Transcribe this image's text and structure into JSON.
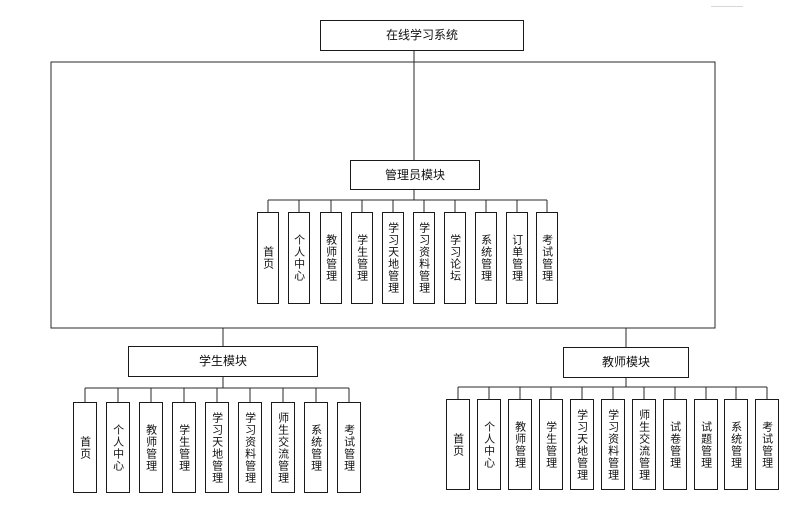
{
  "system": {
    "label": "在线学习系统"
  },
  "admin": {
    "label": "管理员模块",
    "leaves": [
      "首页",
      "个人中心",
      "教师管理",
      "学生管理",
      "学习天地管理",
      "学习资料管理",
      "学习论坛",
      "系统管理",
      "订单管理",
      "考试管理"
    ]
  },
  "student": {
    "label": "学生模块",
    "leaves": [
      "首页",
      "个人中心",
      "教师管理",
      "学生管理",
      "学习天地管理",
      "学习资料管理",
      "师生交流管理",
      "系统管理",
      "考试管理"
    ]
  },
  "teacher": {
    "label": "教师模块",
    "leaves": [
      "首页",
      "个人中心",
      "教师管理",
      "学生管理",
      "学习天地管理",
      "学习资料管理",
      "师生交流管理",
      "试卷管理",
      "试题管理",
      "系统管理",
      "考试管理"
    ]
  }
}
